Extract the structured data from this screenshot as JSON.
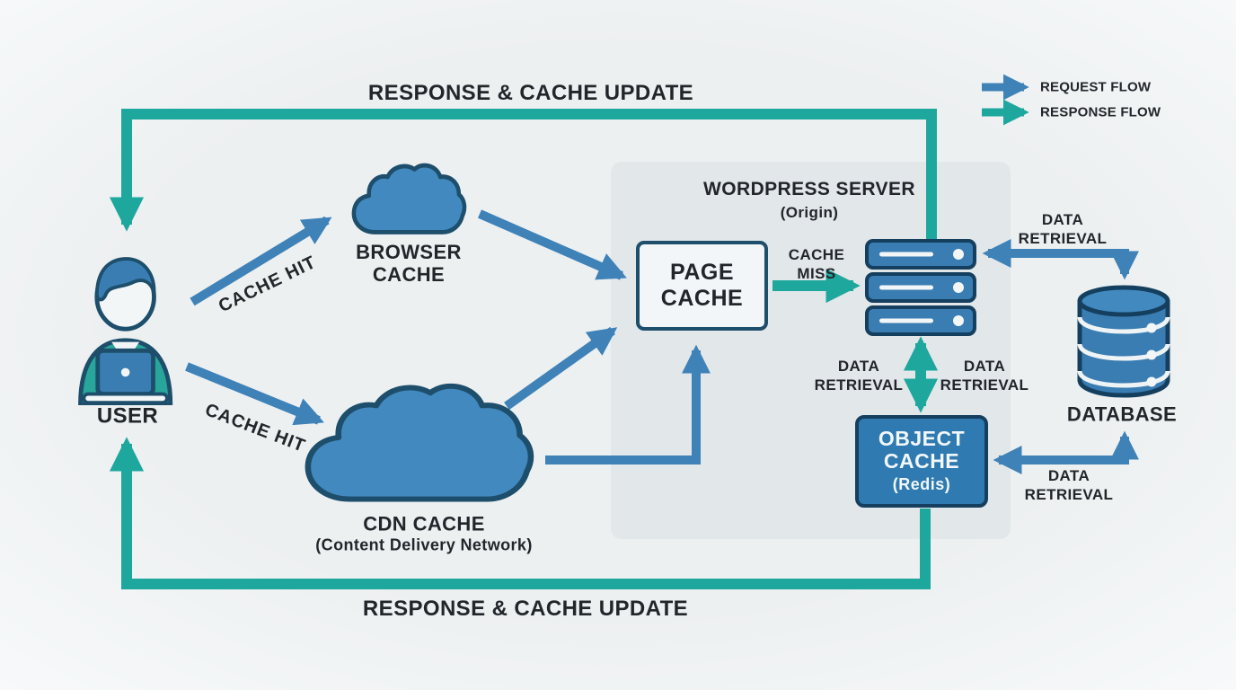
{
  "title": "WordPress caching architecture diagram",
  "colors": {
    "request_flow": "#3e82b8",
    "response_flow": "#1ea79d",
    "node_fill": "#4187bd",
    "node_border": "#1d4e6b",
    "panel": "#e2e7ea",
    "background": "#edf0f1",
    "text": "#22262b",
    "object_fill": "#2e7ab1"
  },
  "legend": {
    "request_label": "REQUEST FLOW",
    "response_label": "RESPONSE FLOW"
  },
  "banners": {
    "top": "RESPONSE & CACHE UPDATE",
    "bottom": "RESPONSE & CACHE UPDATE"
  },
  "nodes": {
    "user_label": "USER",
    "browser_cache_line1": "BROWSER",
    "browser_cache_line2": "CACHE",
    "cdn_cache_title": "CDN CACHE",
    "cdn_cache_subtitle": "(Content Delivery Network)",
    "page_cache_line1": "PAGE",
    "page_cache_line2": "CACHE",
    "wordpress_server_title": "WORDPRESS SERVER",
    "wordpress_server_subtitle": "(Origin)",
    "object_cache_line1": "OBJECT",
    "object_cache_line2": "CACHE",
    "object_cache_line3": "(Redis)",
    "database_label": "DATABASE"
  },
  "edges": {
    "cache_hit_browser": "CACHE HIT",
    "cache_hit_cdn": "CACHE HIT",
    "cache_miss_line1": "CACHE",
    "cache_miss_line2": "MISS",
    "data_retrieval_line1": "DATA",
    "data_retrieval_line2": "RETRIEVAL"
  }
}
